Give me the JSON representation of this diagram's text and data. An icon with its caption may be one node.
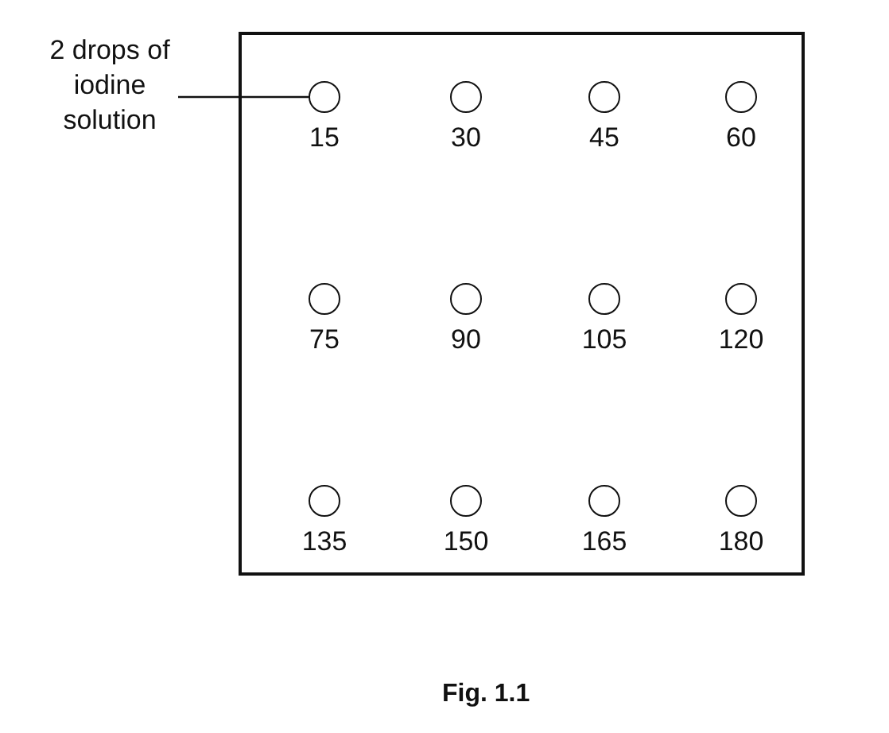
{
  "diagram": {
    "caption": "Fig. 1.1",
    "nodes": [
      {
        "text": [
          "2 drops of iodine solution"
        ]
      },
      {
        "text": [],
        "shape": "box"
      },
      {
        "text": [],
        "shape": "circle",
        "in": 1,
        "beside": [
          "15"
        ]
      },
      {
        "text": [],
        "shape": "circle",
        "in": 1,
        "beside": [
          "30"
        ]
      },
      {
        "text": [],
        "shape": "circle",
        "in": 1,
        "beside": [
          "45"
        ]
      },
      {
        "text": [],
        "shape": "circle",
        "in": 1,
        "beside": [
          "60"
        ]
      },
      {
        "text": [],
        "shape": "circle",
        "in": 1,
        "beside": [
          "75"
        ]
      },
      {
        "text": [],
        "shape": "circle",
        "in": 1,
        "beside": [
          "90"
        ]
      },
      {
        "text": [],
        "shape": "circle",
        "in": 1,
        "beside": [
          "105"
        ]
      },
      {
        "text": [],
        "shape": "circle",
        "in": 1,
        "beside": [
          "120"
        ]
      },
      {
        "text": [],
        "shape": "circle",
        "in": 1,
        "beside": [
          "135"
        ]
      },
      {
        "text": [],
        "shape": "circle",
        "in": 1,
        "beside": [
          "150"
        ]
      },
      {
        "text": [],
        "shape": "circle",
        "in": 1,
        "beside": [
          "165"
        ]
      },
      {
        "text": [],
        "shape": "circle",
        "in": 1,
        "beside": [
          "180"
        ]
      }
    ],
    "edges": [
      {
        "from": 0,
        "to": 2,
        "arrow": "none"
      }
    ]
  }
}
